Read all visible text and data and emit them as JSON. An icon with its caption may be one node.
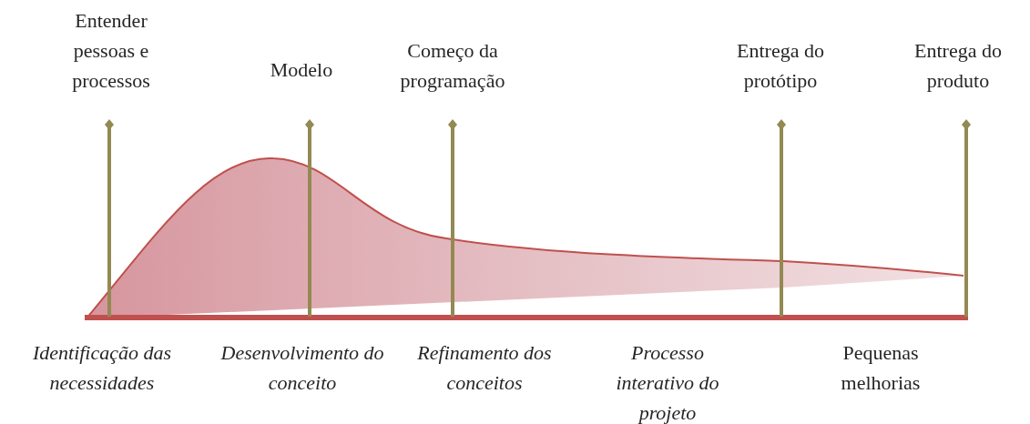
{
  "diagram": {
    "labels": [
      "Entender pessoas e processos",
      "Modelo",
      "Começo da programação",
      "Entrega do protótipo",
      "Entrega do produto",
      "Identificação das necessidades",
      "Desenvolvimento do conceito",
      "Refinamento dos conceitos",
      "Processo interativo do projeto",
      "Pequenas melhorias"
    ]
  }
}
